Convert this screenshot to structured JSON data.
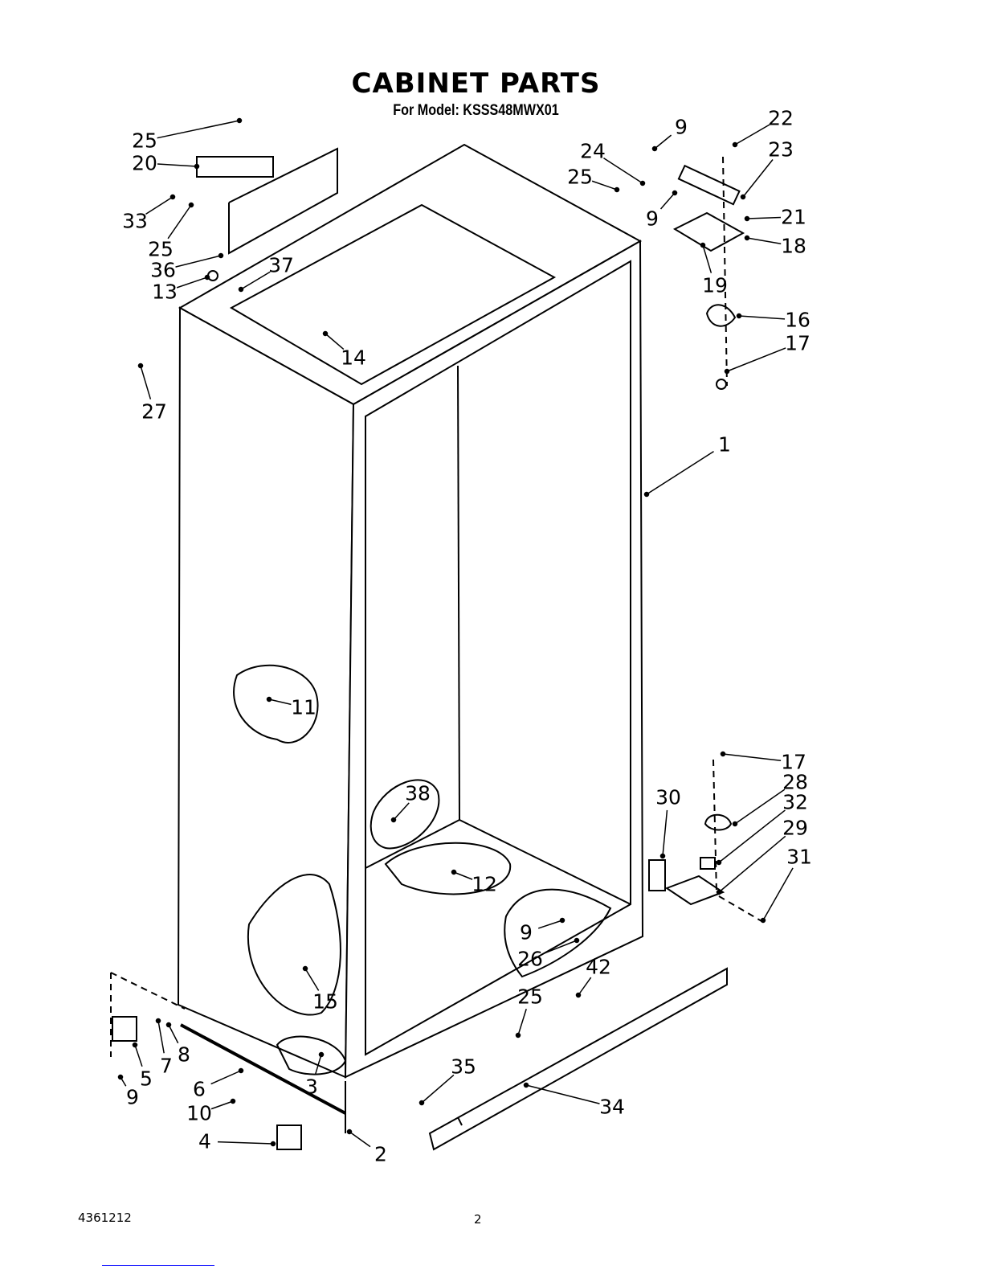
{
  "header": {
    "title": "CABINET PARTS",
    "subtitle": "For Model: KSSS48MWX01"
  },
  "callouts": [
    "25",
    "20",
    "33",
    "25",
    "36",
    "37",
    "13",
    "14",
    "27",
    "9",
    "22",
    "24",
    "23",
    "25",
    "9",
    "21",
    "18",
    "19",
    "16",
    "17",
    "1",
    "11",
    "17",
    "28",
    "30",
    "32",
    "38",
    "29",
    "31",
    "12",
    "9",
    "26",
    "42",
    "15",
    "25",
    "35",
    "7",
    "8",
    "5",
    "6",
    "3",
    "9",
    "10",
    "34",
    "4",
    "2"
  ],
  "footer": {
    "document_number": "4361212",
    "page_number": "2"
  }
}
